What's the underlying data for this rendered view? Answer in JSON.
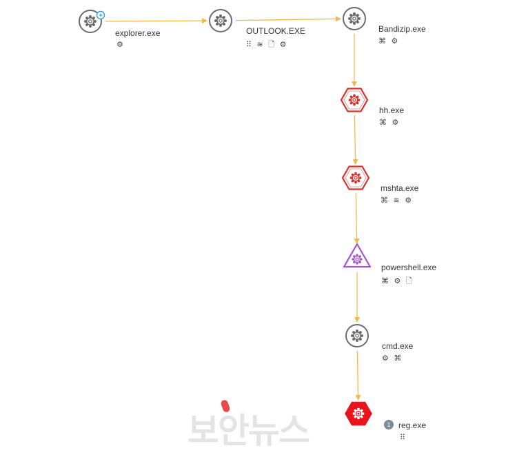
{
  "nodes": [
    {
      "id": "explorer",
      "label": "explorer.exe",
      "icons": "⚙",
      "shape": "circle",
      "color": "#6b6b6b"
    },
    {
      "id": "outlook",
      "label": "OUTLOOK.EXE",
      "icons": "⠿ ≋ 🗋 ⚙",
      "shape": "circle",
      "color": "#6b6b6b"
    },
    {
      "id": "bandizip",
      "label": "Bandizip.exe",
      "icons": "⌘ ⚙",
      "shape": "circle",
      "color": "#6b6b6b"
    },
    {
      "id": "hh",
      "label": "hh.exe",
      "icons": "⌘ ⚙",
      "shape": "hexagon",
      "color": "#d9312b"
    },
    {
      "id": "mshta",
      "label": "mshta.exe",
      "icons": "⌘ ≋ ⚙",
      "shape": "hexagon",
      "color": "#d9312b"
    },
    {
      "id": "powershell",
      "label": "powershell.exe",
      "icons": "⌘ ⚙ 🗋",
      "shape": "triangle",
      "color": "#a457c9"
    },
    {
      "id": "cmd",
      "label": "cmd.exe",
      "icons": "⚙ ⌘",
      "shape": "circle",
      "color": "#6b6b6b"
    },
    {
      "id": "reg",
      "label": "reg.exe",
      "icons": "⠿",
      "shape": "hexagon-filled",
      "color": "#e8141b",
      "badge": "1"
    }
  ],
  "edges": [
    [
      "explorer",
      "outlook"
    ],
    [
      "outlook",
      "bandizip"
    ],
    [
      "bandizip",
      "hh"
    ],
    [
      "hh",
      "mshta"
    ],
    [
      "mshta",
      "powershell"
    ],
    [
      "powershell",
      "cmd"
    ],
    [
      "cmd",
      "reg"
    ]
  ],
  "root_marker": "+",
  "colors": {
    "edge": "#f0b94a",
    "gear": "#6b6b6b",
    "plus": "#3a9ad9"
  },
  "watermark": "보안뉴스"
}
